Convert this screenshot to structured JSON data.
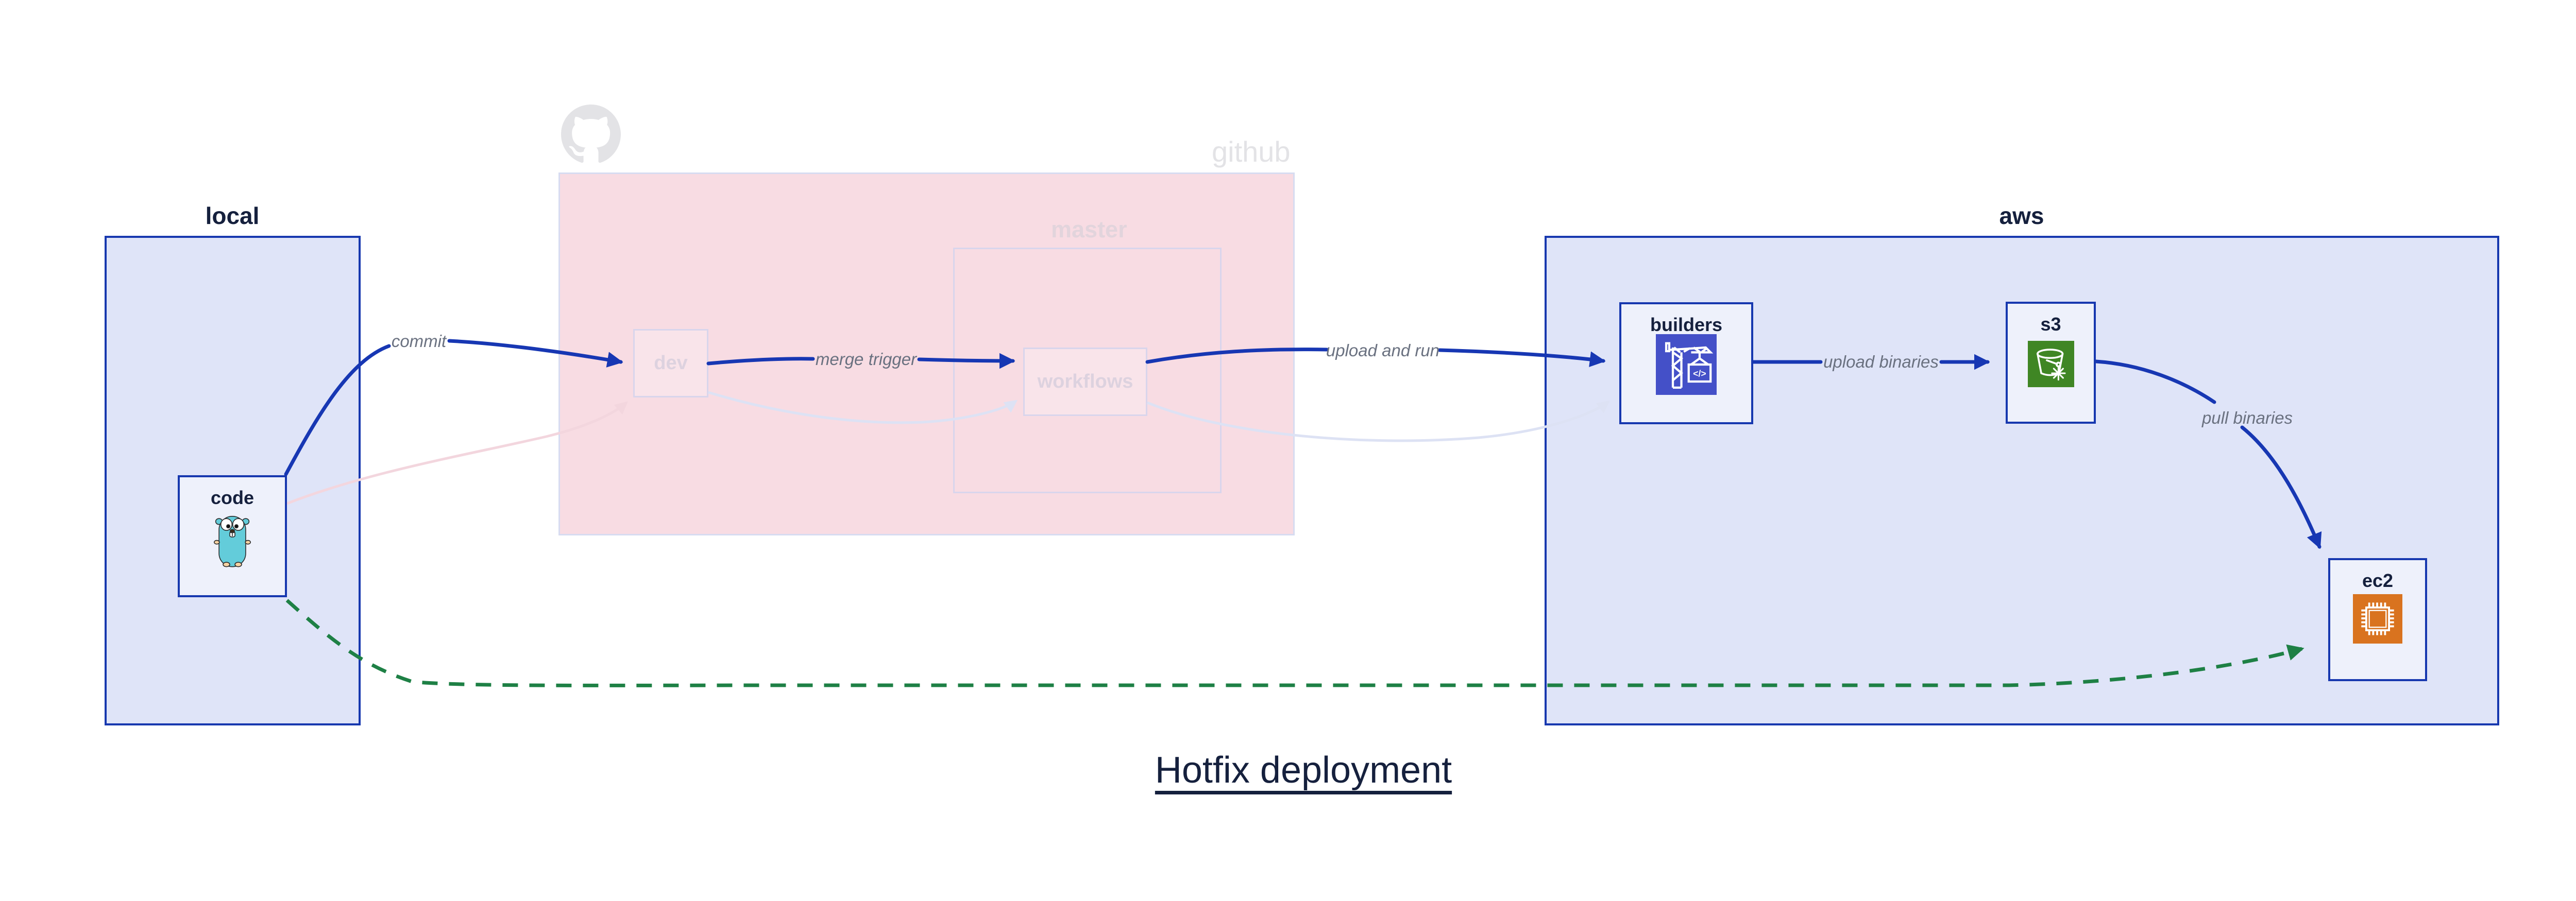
{
  "title": "Hotfix deployment",
  "groups": {
    "local": {
      "label": "local"
    },
    "github": {
      "label": "github",
      "master_label": "master",
      "logo_icon": "github-octocat-icon",
      "state": "faded"
    },
    "aws": {
      "label": "aws"
    }
  },
  "nodes": {
    "code": {
      "label": "code",
      "icon": "go-gopher-icon",
      "group": "local"
    },
    "dev": {
      "label": "dev",
      "group": "github",
      "state": "faded"
    },
    "workflows": {
      "label": "workflows",
      "group": "github.master",
      "state": "faded"
    },
    "builders": {
      "label": "builders",
      "icon": "aws-codebuild-crane-icon",
      "group": "aws"
    },
    "s3": {
      "label": "s3",
      "icon": "aws-s3-glacier-bucket-icon",
      "group": "aws"
    },
    "ec2": {
      "label": "ec2",
      "icon": "aws-ec2-chip-icon",
      "group": "aws"
    }
  },
  "edges": [
    {
      "id": "commit",
      "label": "commit",
      "from": "code",
      "to": "dev",
      "style": "solid-blue"
    },
    {
      "id": "merge-trigger",
      "label": "merge trigger",
      "from": "dev",
      "to": "workflows",
      "style": "solid-blue"
    },
    {
      "id": "upload-and-run",
      "label": "upload and run",
      "from": "workflows",
      "to": "builders",
      "style": "solid-blue"
    },
    {
      "id": "upload-binaries",
      "label": "upload binaries",
      "from": "builders",
      "to": "s3",
      "style": "solid-blue"
    },
    {
      "id": "pull-binaries",
      "label": "pull binaries",
      "from": "s3",
      "to": "ec2",
      "style": "solid-blue"
    },
    {
      "id": "hotfix-path",
      "label": "",
      "from": "code",
      "to": "ec2",
      "style": "dashed-green"
    },
    {
      "id": "faded-code-dev",
      "label": "",
      "from": "code",
      "to": "dev",
      "style": "faded-pink"
    },
    {
      "id": "faded-dev-workflows",
      "label": "",
      "from": "dev",
      "to": "workflows",
      "style": "faded-lavender"
    },
    {
      "id": "faded-workflows-builders",
      "label": "",
      "from": "workflows",
      "to": "builders",
      "style": "faded-lavender"
    }
  ],
  "colors": {
    "ink": "#15203d",
    "border-blue": "#1738af",
    "edge-blue": "#1737b3",
    "group-fill": "#dfe4f8",
    "node-fill": "#eef1fb",
    "label-gray": "#6a7180",
    "github-pink": "#f8dce3",
    "github-node-fill": "#f9e4ea",
    "faded-border": "#d9d5ec",
    "faded-text": "#ddd2df",
    "ghost-gray": "#e3e3e6",
    "faded-pink-edge": "#f3d6de",
    "faded-lavender-edge": "#dde2f4",
    "green": "#1e8045",
    "codebuild": "#4450c8",
    "s3green": "#3f8624",
    "ec2orange": "#d9731f"
  }
}
